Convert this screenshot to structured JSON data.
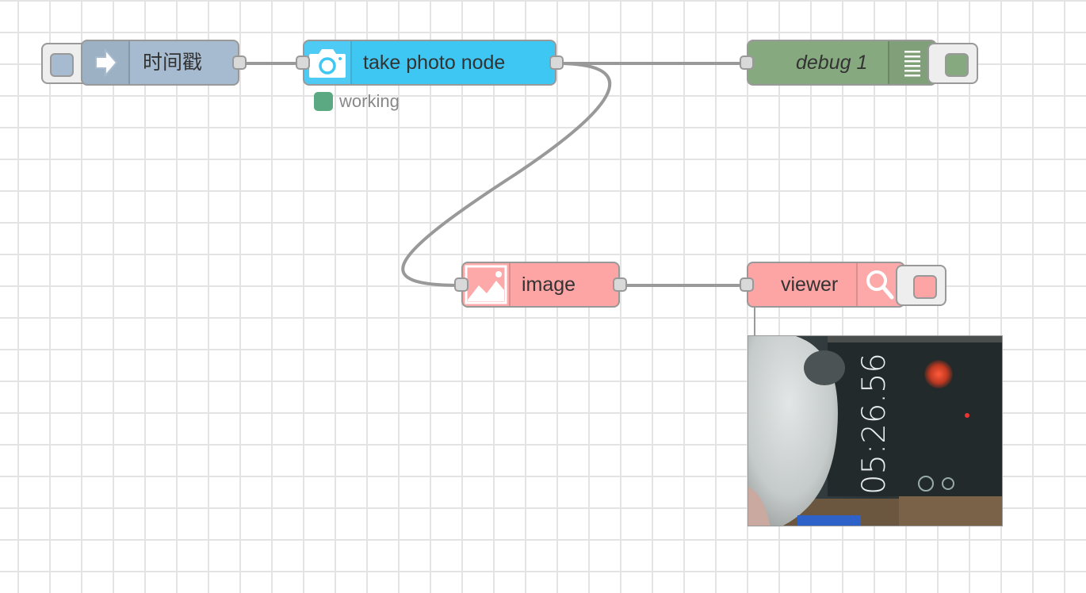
{
  "nodes": {
    "inject": {
      "label": "时间戳",
      "color": "#a6bbcf",
      "icon": "arrow-in-icon"
    },
    "take_photo": {
      "label": "take photo node",
      "color": "#3fc7f3",
      "icon": "camera-icon",
      "status": {
        "text": "working",
        "color": "#5aa983"
      }
    },
    "debug": {
      "label": "debug 1",
      "color": "#87a980",
      "icon": "list-icon"
    },
    "image": {
      "label": "image",
      "color": "#fda4a4",
      "icon": "image-icon"
    },
    "viewer": {
      "label": "viewer",
      "color": "#fda4a4",
      "icon": "search-icon"
    }
  },
  "preview": {
    "clock_text": "05:26.56"
  }
}
